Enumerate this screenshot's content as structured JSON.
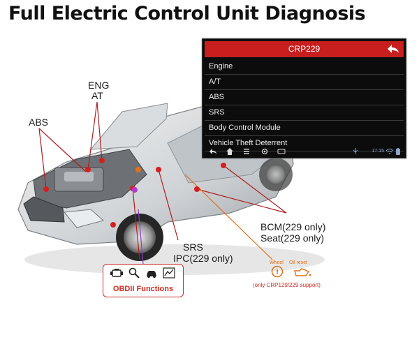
{
  "title": "Full Electric Control Unit Diagnosis",
  "labels": {
    "eng": "ENG",
    "at": "AT",
    "abs": "ABS",
    "bcm": "BCM(229 only)",
    "seat": "Seat(229 only)",
    "srs": "SRS",
    "ipc": "IPC(229 only)"
  },
  "device": {
    "title": "CRP229",
    "items": [
      "Engine",
      "A/T",
      "ABS",
      "SRS",
      "Body Control Module",
      "Vehicle Theft Deterrent"
    ],
    "time": "17:15"
  },
  "obd": {
    "label": "OBDII Functions",
    "icons": [
      "engine-check-icon",
      "search-icon",
      "vin-car-icon",
      "data-graph-icon"
    ]
  },
  "resets": {
    "items": [
      {
        "name": "maintenance-wrench-icon",
        "label": "Wheel"
      },
      {
        "name": "oil-can-icon",
        "label": "Oil reset"
      }
    ],
    "note": "(only CRP129/229 support)"
  },
  "colors": {
    "accent": "#c81e1e",
    "callout": "#b01e1e",
    "orange": "#e1701b"
  }
}
